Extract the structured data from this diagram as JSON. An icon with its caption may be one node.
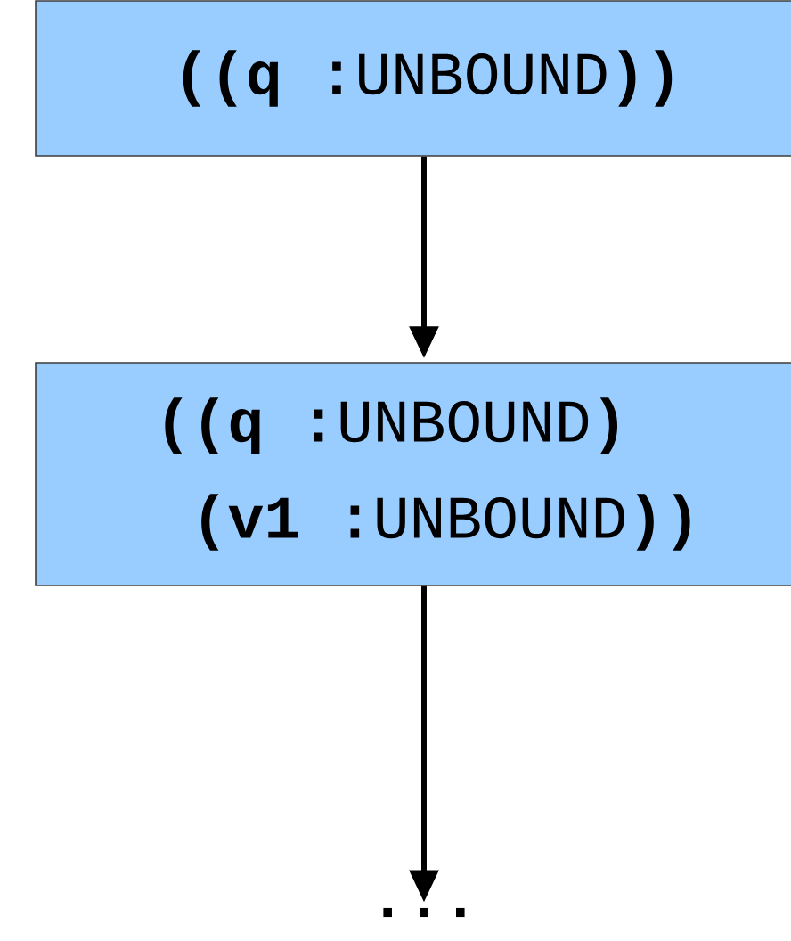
{
  "diagram": {
    "nodes": [
      {
        "text": [
          "**((q :**UNBOUND**))**"
        ]
      },
      {
        "text": [
          "**((q :**UNBOUND**)**",
          "**(v1 :**UNBOUND**))**"
        ]
      },
      {
        "text": [
          "..."
        ]
      }
    ],
    "edges": [
      {
        "from": 0,
        "to": 1,
        "arrow": "to"
      },
      {
        "from": 1,
        "to": 2,
        "arrow": "to"
      }
    ]
  }
}
